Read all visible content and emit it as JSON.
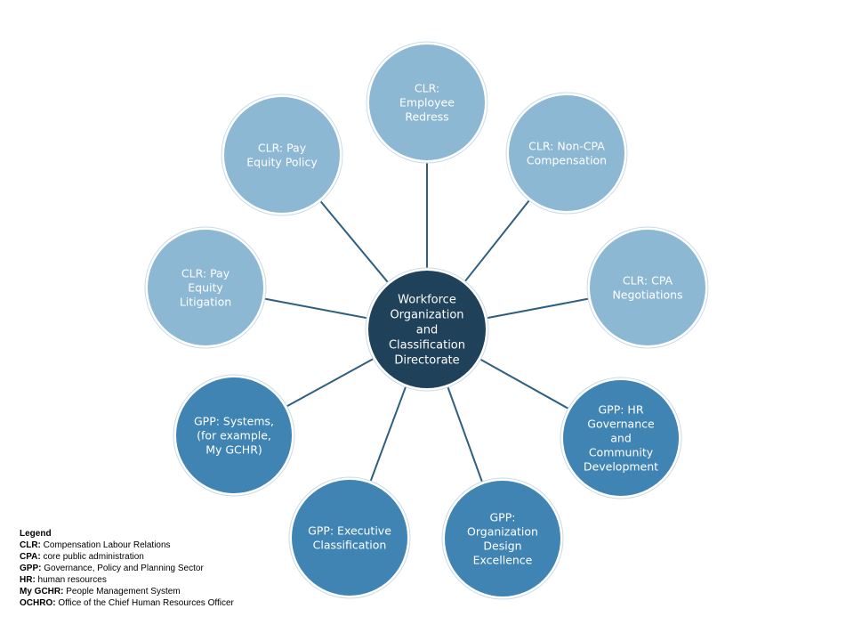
{
  "center": {
    "lines": [
      "Workforce",
      "Organization",
      "and",
      "Classification",
      "Directorate"
    ],
    "color": "#1f4159"
  },
  "colors": {
    "clr": "#8cb8d4",
    "gpp": "#3f84b2",
    "connector": "#2e5f80",
    "ring": "#ffffff"
  },
  "nodes": [
    {
      "id": "clr-employee-redress",
      "group": "clr",
      "lines": [
        "CLR:",
        "Employee",
        "Redress"
      ]
    },
    {
      "id": "clr-non-cpa-compensation",
      "group": "clr",
      "lines": [
        "CLR: Non-CPA",
        "Compensation"
      ]
    },
    {
      "id": "clr-cpa-negotiations",
      "group": "clr",
      "lines": [
        "CLR: CPA",
        "Negotiations"
      ]
    },
    {
      "id": "gpp-hr-governance",
      "group": "gpp",
      "lines": [
        "GPP: HR",
        "Governance",
        "and",
        "Community",
        "Development"
      ]
    },
    {
      "id": "gpp-organization-design",
      "group": "gpp",
      "lines": [
        "GPP:",
        "Organization",
        "Design",
        "Excellence"
      ]
    },
    {
      "id": "gpp-executive-classification",
      "group": "gpp",
      "lines": [
        "GPP: Executive",
        "Classification"
      ]
    },
    {
      "id": "gpp-systems",
      "group": "gpp",
      "lines": [
        "GPP: Systems,",
        "(for example,",
        "My GCHR)"
      ]
    },
    {
      "id": "clr-pay-equity-litigation",
      "group": "clr",
      "lines": [
        "CLR: Pay",
        "Equity",
        "Litigation"
      ]
    },
    {
      "id": "clr-pay-equity-policy",
      "group": "clr",
      "lines": [
        "CLR: Pay",
        "Equity Policy"
      ]
    }
  ],
  "legend": {
    "title": "Legend",
    "items": [
      {
        "abbr": "CLR:",
        "text": " Compensation Labour Relations"
      },
      {
        "abbr": "CPA:",
        "text": " core public administration"
      },
      {
        "abbr": "GPP:",
        "text": " Governance, Policy and Planning Sector"
      },
      {
        "abbr": "HR:",
        "text": "  human resources"
      },
      {
        "abbr": "My GCHR:",
        "text": "  People Management System"
      },
      {
        "abbr": "OCHRO:",
        "text": "  Office of the Chief Human Resources Officer"
      }
    ]
  }
}
